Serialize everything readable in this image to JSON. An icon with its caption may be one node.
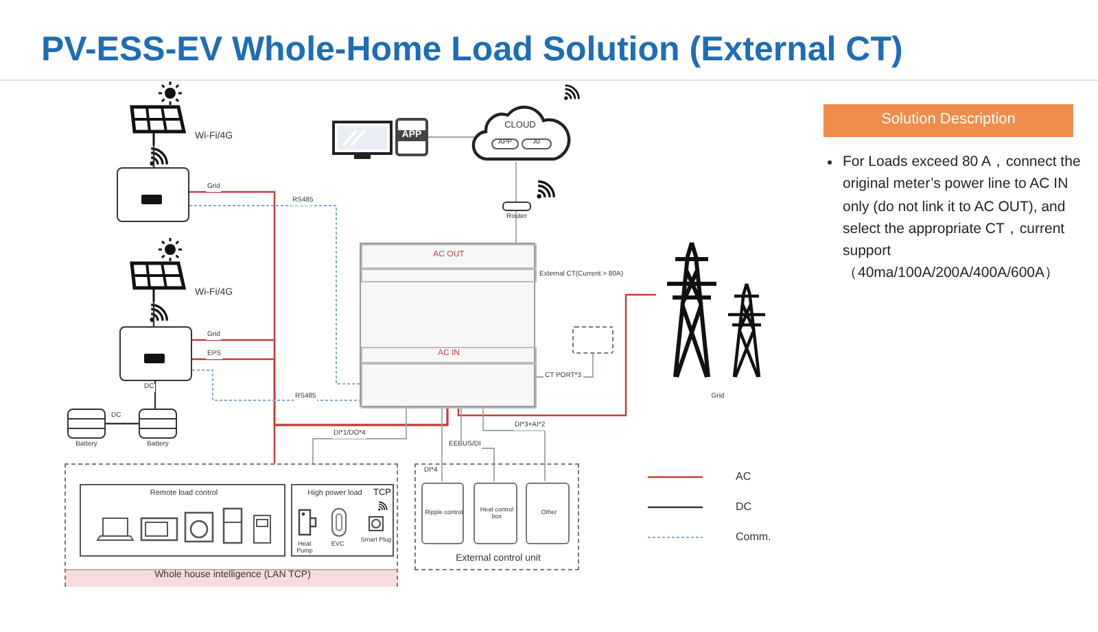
{
  "diagram": {
    "title": "PV-ESS-EV Whole-Home Load Solution (External CT)",
    "nodes": [
      {
        "text": [],
        "shape": "picture"
      },
      {
        "text": [],
        "shape": "box"
      },
      {
        "text": [],
        "shape": "picture"
      },
      {
        "text": [],
        "shape": "box"
      },
      {
        "text": [],
        "shape": "box",
        "beside": [
          "Battery"
        ]
      },
      {
        "text": [],
        "shape": "box",
        "beside": [
          "Battery"
        ]
      },
      {
        "text": [],
        "shape": "picture"
      },
      {
        "text": [
          "APP"
        ]
      },
      {
        "text": [
          "CLOUD",
          "APP",
          "AI"
        ]
      },
      {
        "text": [],
        "shape": "box",
        "beside": [
          "Router"
        ]
      },
      {
        "text": [
          "AC OUT",
          "AC IN"
        ]
      },
      {
        "text": [],
        "shape": "box"
      },
      {
        "text": [],
        "shape": "picture",
        "beside": [
          "Grid"
        ]
      },
      {
        "text": [
          "Whole house intelligence (LAN TCP)"
        ]
      },
      {
        "text": [
          "Remote load control"
        ],
        "in": 13
      },
      {
        "text": [
          "High power load",
          "TCP",
          "Heat Pump",
          "EVC",
          "Smart Plug"
        ],
        "in": 13
      },
      {
        "text": [
          "External control unit"
        ]
      },
      {
        "text": [
          "Ripple control"
        ],
        "in": 16
      },
      {
        "text": [
          "Heat control box"
        ],
        "in": 16
      },
      {
        "text": [
          "Other"
        ],
        "in": 16
      },
      {
        "text": [
          "Solution Description"
        ]
      }
    ],
    "edges": [
      {
        "from": 0,
        "to": 1,
        "arrow": "none",
        "color": "#333333"
      },
      {
        "from": 2,
        "to": 3,
        "arrow": "none",
        "color": "#333333"
      },
      {
        "from": 3,
        "to": 5,
        "arrow": "none",
        "label": "DC",
        "color": "#333333"
      },
      {
        "from": 4,
        "to": 5,
        "arrow": "none",
        "label": "DC",
        "color": "#333333"
      },
      {
        "from": 1,
        "to": 10,
        "arrow": "none",
        "label": "Grid",
        "color": "#c8393b"
      },
      {
        "from": 3,
        "to": 10,
        "arrow": "none",
        "label": "Grid",
        "color": "#c8393b"
      },
      {
        "from": 3,
        "to": 10,
        "arrow": "none",
        "label": "EPS",
        "color": "#c8393b"
      },
      {
        "from": 10,
        "to": 13,
        "arrow": "none",
        "color": "#c8393b"
      },
      {
        "from": 12,
        "to": 10,
        "arrow": "none",
        "label": "External CT(Current > 80A)",
        "color": "#c8393b"
      },
      {
        "from": 11,
        "to": 10,
        "arrow": "none",
        "label": "CT PORT*3"
      },
      {
        "from": 1,
        "to": 10,
        "arrow": "none",
        "label": "RS485",
        "style": "dashed",
        "color": "#7fa6d6"
      },
      {
        "from": 3,
        "to": 10,
        "arrow": "none",
        "label": "RS485",
        "style": "dashed",
        "color": "#7fa6d6"
      },
      {
        "from": 7,
        "to": 8,
        "arrow": "none"
      },
      {
        "from": 8,
        "to": 9,
        "arrow": "none"
      },
      {
        "from": 9,
        "to": 10,
        "arrow": "none"
      },
      {
        "from": 10,
        "to": 15,
        "arrow": "none",
        "label": "DI*1/DO*4"
      },
      {
        "from": 10,
        "to": 17,
        "arrow": "none",
        "label": "DI*4"
      },
      {
        "from": 10,
        "to": 18,
        "arrow": "none",
        "label": "EEBUS/DI"
      },
      {
        "from": 10,
        "to": 19,
        "arrow": "none",
        "label": "DI*3+AI*2"
      }
    ],
    "labels": [
      "Wi-Fi/4G",
      "Wi-Fi/4G",
      "For Loads exceed 80 A，connect the original meter’s power line to AC IN only (do not link it to AC OUT), and select the appropriate CT，current support（40ma/100A/200A/400A/600A）"
    ],
    "legend": [
      {
        "text": "AC"
      },
      {
        "text": "DC"
      },
      {
        "text": "Comm."
      }
    ]
  }
}
